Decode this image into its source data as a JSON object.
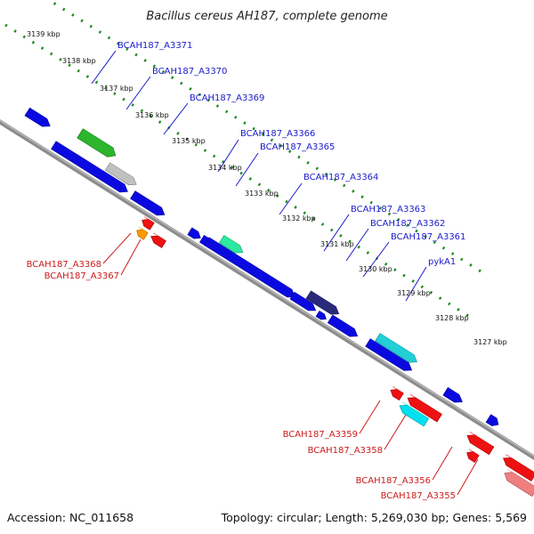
{
  "title": "Bacillus cereus AH187, complete genome",
  "footer": {
    "accession": "Accession: NC_011658",
    "summary": "Topology: circular; Length: 5,269,030 bp; Genes: 5,569"
  },
  "colors": {
    "background": "#ffffff",
    "backbone": "#8c8c8c",
    "tick_dots": "#1f8a1f",
    "forward_label": "#1a1acc",
    "reverse_label": "#cc1a1a"
  },
  "ticks": [
    {
      "label": "3139 kbp"
    },
    {
      "label": "3138 kbp"
    },
    {
      "label": "3137 kbp"
    },
    {
      "label": "3136 kbp"
    },
    {
      "label": "3135 kbp"
    },
    {
      "label": "3134 kbp"
    },
    {
      "label": "3133 kbp"
    },
    {
      "label": "3132 kbp"
    },
    {
      "label": "3131 kbp"
    },
    {
      "label": "3130 kbp"
    },
    {
      "label": "3129 kbp"
    },
    {
      "label": "3128 kbp"
    },
    {
      "label": "3127 kbp"
    }
  ],
  "forward_labels": [
    {
      "text": "BCAH187_A3371"
    },
    {
      "text": "BCAH187_A3370"
    },
    {
      "text": "BCAH187_A3369"
    },
    {
      "text": "BCAH187_A3366"
    },
    {
      "text": "BCAH187_A3365"
    },
    {
      "text": "BCAH187_A3364"
    },
    {
      "text": "BCAH187_A3363"
    },
    {
      "text": "BCAH187_A3362"
    },
    {
      "text": "BCAH187_A3361"
    },
    {
      "text": "pykA1"
    }
  ],
  "reverse_labels": [
    {
      "text": "BCAH187_A3368"
    },
    {
      "text": "BCAH187_A3367"
    },
    {
      "text": "BCAH187_A3359"
    },
    {
      "text": "BCAH187_A3358"
    },
    {
      "text": "BCAH187_A3356"
    },
    {
      "text": "BCAH187_A3355"
    }
  ],
  "genes": [
    {
      "color": "#0a0ae0"
    },
    {
      "color": "#0a0ae0"
    },
    {
      "color": "#2db52d"
    },
    {
      "color": "#c0c0c0"
    },
    {
      "color": "#0a0ae0"
    },
    {
      "color": "#0a0ae0"
    },
    {
      "color": "#0a0ae0"
    },
    {
      "color": "#2ee8a0"
    },
    {
      "color": "#0a0ae0"
    },
    {
      "color": "#0a0ae0"
    },
    {
      "color": "#2a2a7a"
    },
    {
      "color": "#0a0ae0"
    },
    {
      "color": "#0a0ae0"
    },
    {
      "color": "#0a0ae0"
    },
    {
      "color": "#22cfd6"
    },
    {
      "color": "#0a0ae0"
    },
    {
      "color": "#0a0ae0"
    },
    {
      "color": "#ee1111"
    },
    {
      "color": "#ee1111"
    },
    {
      "color": "#ff9900"
    },
    {
      "color": "#ee1111"
    },
    {
      "color": "#ee1111"
    },
    {
      "color": "#00e0ee"
    },
    {
      "color": "#ee1111"
    },
    {
      "color": "#ee1111"
    },
    {
      "color": "#ee1111"
    },
    {
      "color": "#f08080"
    }
  ]
}
